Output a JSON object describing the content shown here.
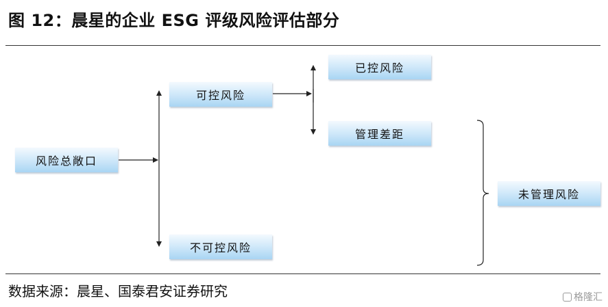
{
  "title": "图 12：晨星的企业 ESG 评级风险评估部分",
  "nodes": {
    "total": "风险总敞口",
    "controllable": "可控风险",
    "uncontrollable": "不可控风险",
    "controlled": "已控风险",
    "gap": "管理差距",
    "unmanaged": "未管理风险"
  },
  "source": "数据来源：晨星、国泰君安证券研究",
  "watermark": "格隆汇"
}
